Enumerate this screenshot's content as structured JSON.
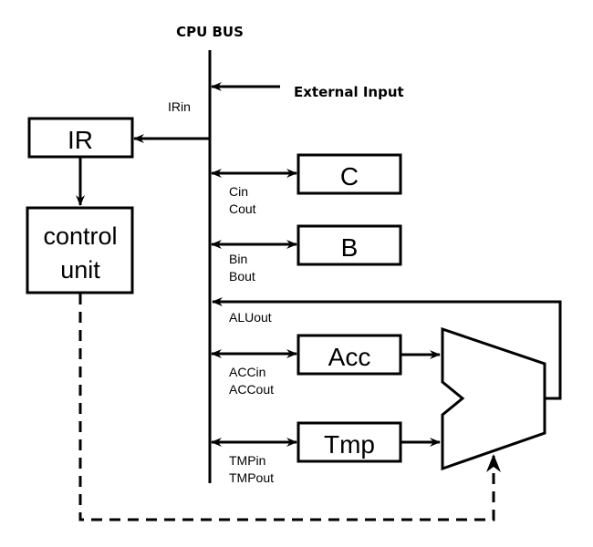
{
  "title": "CPU BUS",
  "external_input": "External Input",
  "registers": {
    "ir": "IR",
    "control_unit_line1": "control",
    "control_unit_line2": "unit",
    "c": "C",
    "b": "B",
    "acc": "Acc",
    "tmp": "Tmp"
  },
  "signals": {
    "irin": "IRin",
    "cin": "Cin",
    "cout": "Cout",
    "bin": "Bin",
    "bout": "Bout",
    "aluout": "ALUout",
    "accin": "ACCin",
    "accout": "ACCout",
    "tmpin": "TMPin",
    "tmpout": "TMPout"
  },
  "colors": {
    "stroke": "#000000",
    "background": "#ffffff"
  }
}
